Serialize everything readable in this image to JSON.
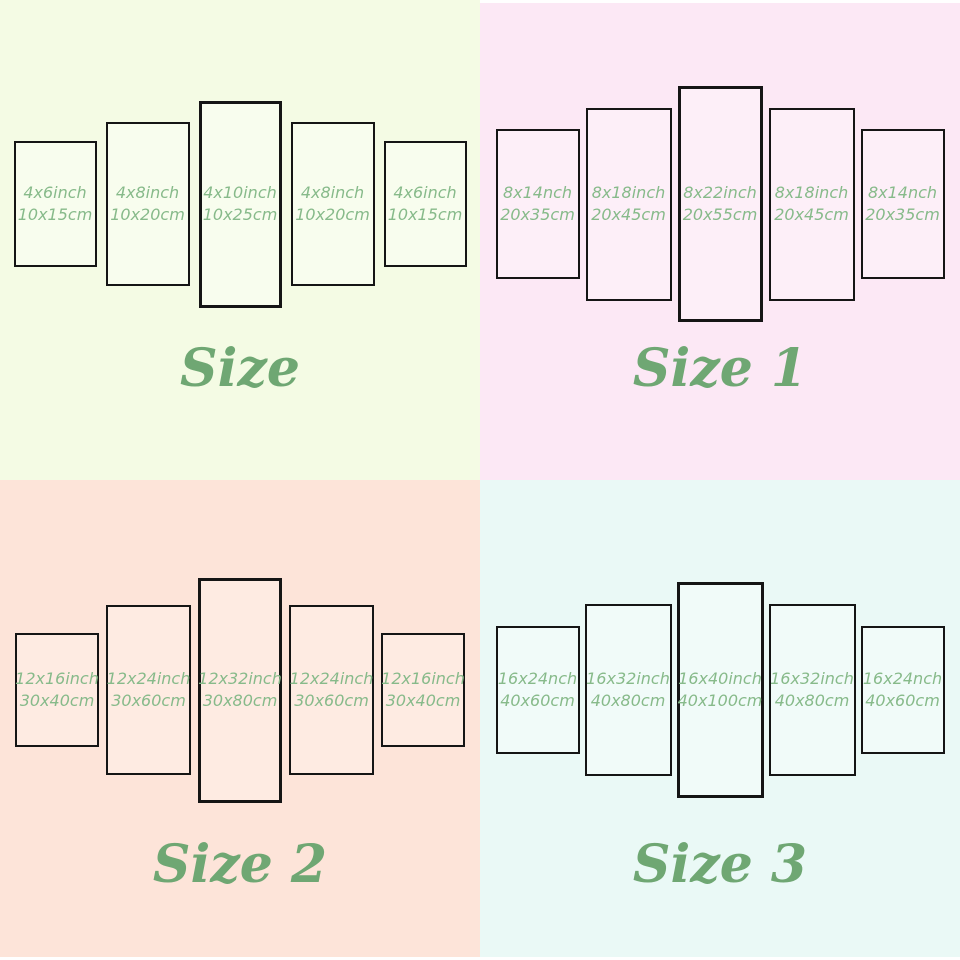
{
  "colors": {
    "title_green": "#6FA773",
    "label_green": "#87BA8A",
    "panel_border": "#151515",
    "quadrant_bg_size": "#F4FBE4",
    "quadrant_bg_size1": "#FCE8F5",
    "quadrant_bg_size2": "#FDE4D9",
    "quadrant_bg_size3": "#EAF9F6"
  },
  "quadrants": [
    {
      "title": "Size",
      "panels": [
        {
          "inch": "4x6inch",
          "cm": "10x15cm"
        },
        {
          "inch": "4x8inch",
          "cm": "10x20cm"
        },
        {
          "inch": "4x10inch",
          "cm": "10x25cm"
        },
        {
          "inch": "4x8inch",
          "cm": "10x20cm"
        },
        {
          "inch": "4x6inch",
          "cm": "10x15cm"
        }
      ]
    },
    {
      "title": "Size 1",
      "panels": [
        {
          "inch": "8x14nch",
          "cm": "20x35cm"
        },
        {
          "inch": "8x18inch",
          "cm": "20x45cm"
        },
        {
          "inch": "8x22inch",
          "cm": "20x55cm"
        },
        {
          "inch": "8x18inch",
          "cm": "20x45cm"
        },
        {
          "inch": "8x14nch",
          "cm": "20x35cm"
        }
      ]
    },
    {
      "title": "Size 2",
      "panels": [
        {
          "inch": "12x16inch",
          "cm": "30x40cm"
        },
        {
          "inch": "12x24inch",
          "cm": "30x60cm"
        },
        {
          "inch": "12x32inch",
          "cm": "30x80cm"
        },
        {
          "inch": "12x24inch",
          "cm": "30x60cm"
        },
        {
          "inch": "12x16inch",
          "cm": "30x40cm"
        }
      ]
    },
    {
      "title": "Size 3",
      "panels": [
        {
          "inch": "16x24nch",
          "cm": "40x60cm"
        },
        {
          "inch": "16x32inch",
          "cm": "40x80cm"
        },
        {
          "inch": "16x40inch",
          "cm": "40x100cm"
        },
        {
          "inch": "16x32inch",
          "cm": "40x80cm"
        },
        {
          "inch": "16x24nch",
          "cm": "40x60cm"
        }
      ]
    }
  ]
}
